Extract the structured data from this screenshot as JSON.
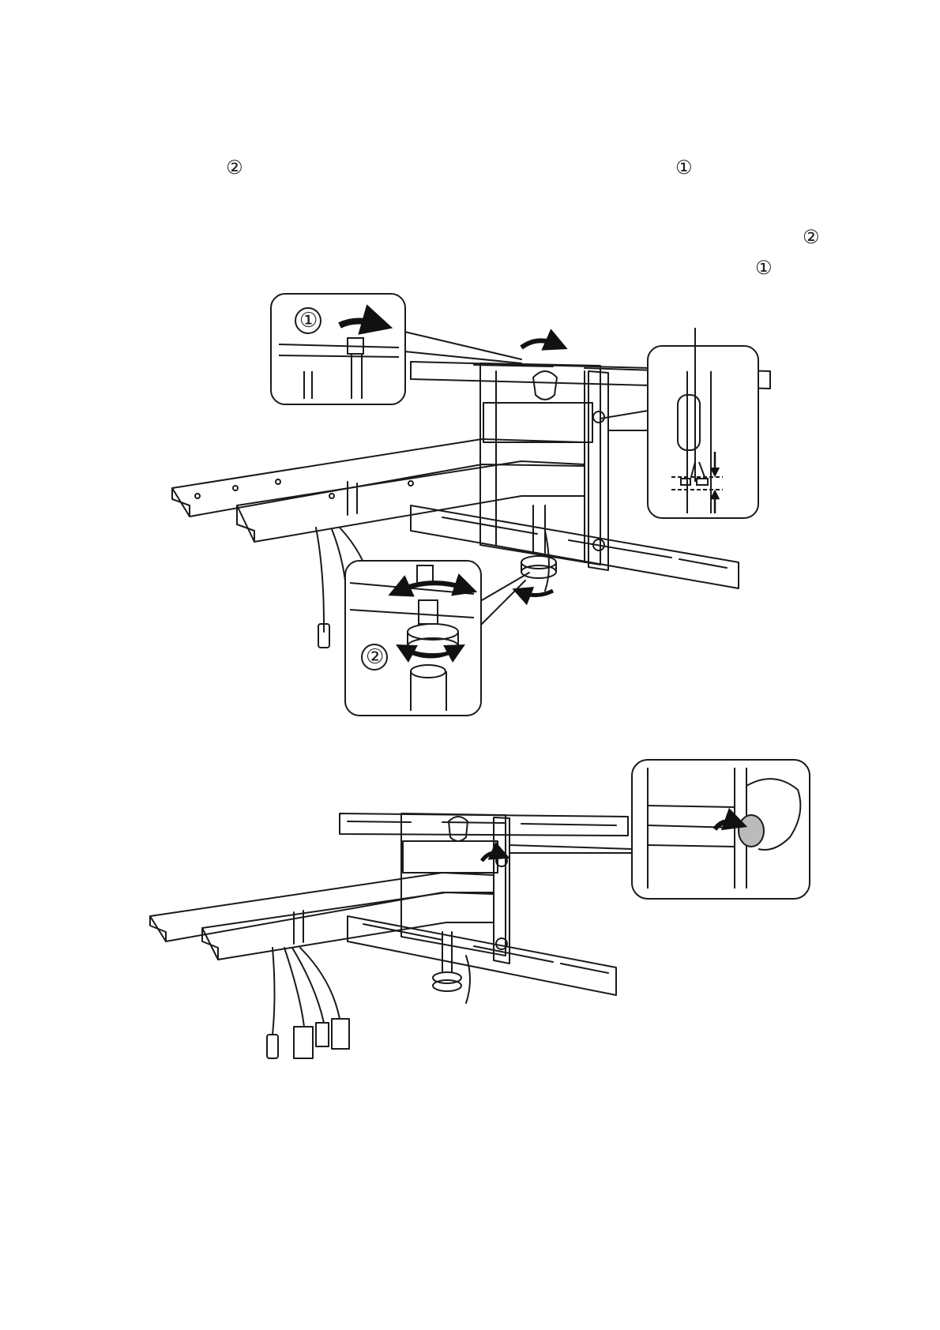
{
  "text_markers": {
    "marker_a": "②",
    "marker_b": "①",
    "marker_c": "②",
    "marker_d": "①"
  },
  "callouts": {
    "top_left_inset_step": "①",
    "bottom_inset_step": "②"
  },
  "colors": {
    "line": "#1a1a1a",
    "arrow_fill": "#111111",
    "paper": "#ffffff"
  },
  "icons": {
    "rotate_arrow": "curved-rotation-arrow-icon",
    "vertical_arrow": "vertical-arrow-icon"
  }
}
